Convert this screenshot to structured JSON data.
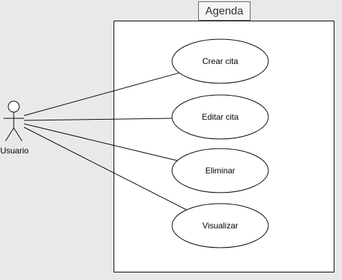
{
  "system": {
    "title": "Agenda"
  },
  "actor": {
    "name": "Usuario"
  },
  "use_cases": [
    {
      "label": "Crear cita"
    },
    {
      "label": "Editar cita"
    },
    {
      "label": "Eliminar"
    },
    {
      "label": "Visualizar"
    }
  ],
  "colors": {
    "background": "#e9e9e9",
    "box_fill": "#ffffff",
    "stroke": "#000000",
    "title_tab_fill": "#f5f5f5",
    "title_tab_stroke": "#666666"
  }
}
